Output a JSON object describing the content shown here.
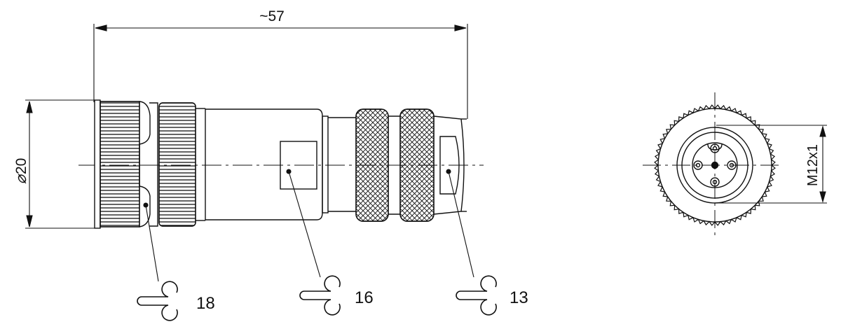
{
  "dimensions": {
    "overall_length": "~57",
    "diameter": "20",
    "thread": "M12x1"
  },
  "wrench_sizes": [
    {
      "value": "18"
    },
    {
      "value": "16"
    },
    {
      "value": "13"
    }
  ],
  "colors": {
    "line": "#111111",
    "background": "#ffffff"
  }
}
